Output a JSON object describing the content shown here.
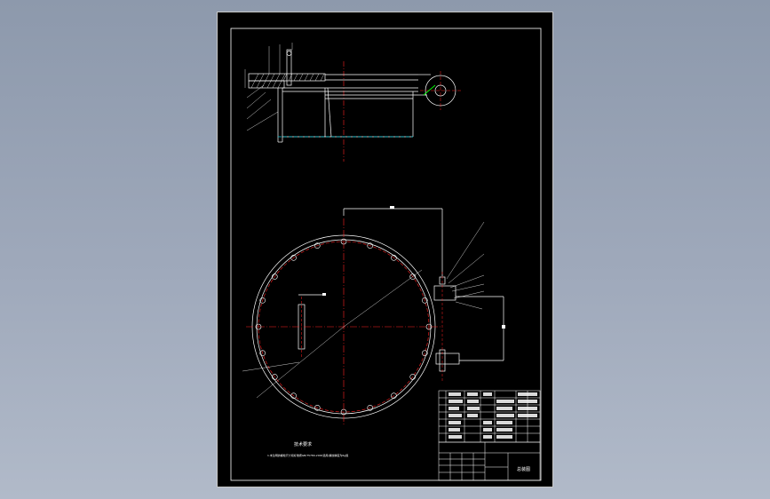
{
  "viewer": {
    "background_top": "#8d99ac",
    "background_bottom": "#b1bac9"
  },
  "drawing": {
    "sheet_color": "#000000",
    "line_color": "#ffffff",
    "centerline_color": "#ff2020",
    "hidden_line_color": "#00c8d8",
    "accent_line_color": "#00ff00",
    "bolt_count": 20,
    "notes_title": "技术要求",
    "notes_line": "1.未注明的螺栓尺寸和标准按GB/T5780-2000选用,螺纹精度为6g级",
    "title_block_name": "总装图"
  }
}
